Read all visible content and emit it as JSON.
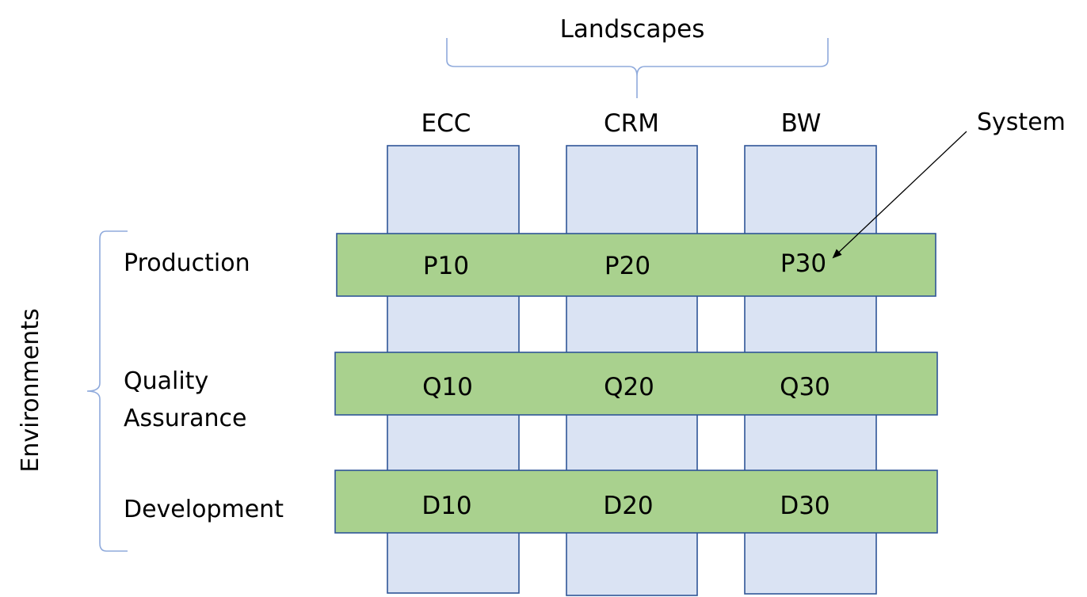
{
  "landscapes_label": "Landscapes",
  "environments_label": "Environments",
  "system_label": "System",
  "landscapes": [
    "ECC",
    "CRM",
    "BW"
  ],
  "environments": [
    "Production",
    "Quality",
    "Assurance",
    "Development"
  ],
  "systems": {
    "production": [
      "P10",
      "P20",
      "P30"
    ],
    "quality": [
      "Q10",
      "Q20",
      "Q30"
    ],
    "development": [
      "D10",
      "D20",
      "D30"
    ]
  },
  "colors": {
    "column_fill": "#dae3f3",
    "column_stroke": "#2f5597",
    "row_fill": "#a9d18e",
    "row_stroke": "#2f5597",
    "brace": "#8faadc",
    "arrow": "#000000"
  }
}
